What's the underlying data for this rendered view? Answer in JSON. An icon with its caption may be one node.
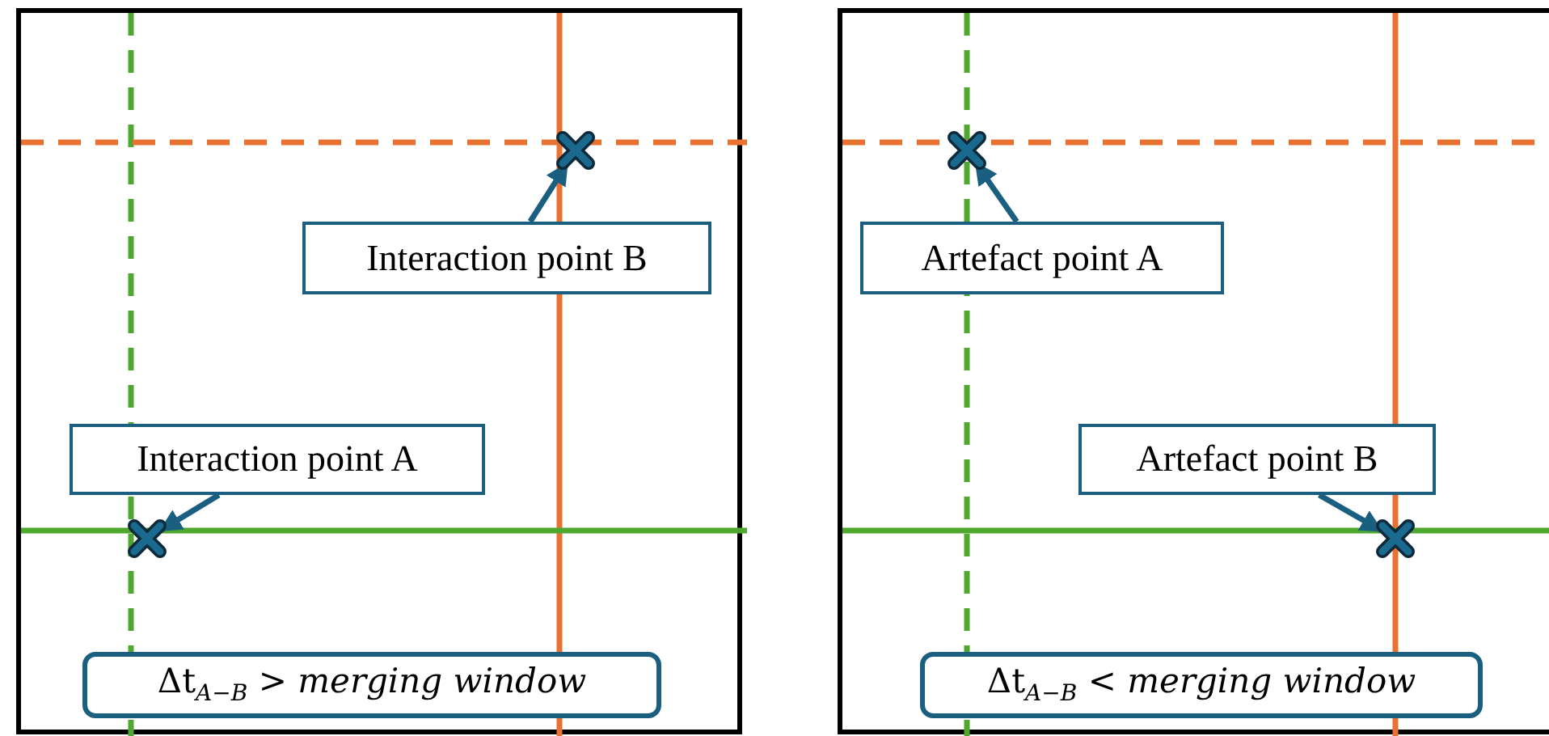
{
  "diagram": {
    "nodes": [
      {
        "text": [],
        "shape": "box"
      },
      {
        "text": [
          "Interaction point B"
        ],
        "in": 0
      },
      {
        "text": [],
        "shape": "cross",
        "in": 0
      },
      {
        "text": [
          "Interaction point A"
        ],
        "in": 0
      },
      {
        "text": [],
        "shape": "cross",
        "in": 0
      },
      {
        "text": [
          "Δt$_{A−B}$ > *merging window*"
        ],
        "in": 0
      },
      {
        "text": [],
        "shape": "box"
      },
      {
        "text": [
          "Artefact point A"
        ],
        "in": 6
      },
      {
        "text": [],
        "shape": "cross",
        "in": 6
      },
      {
        "text": [
          "Artefact point B"
        ],
        "in": 6
      },
      {
        "text": [],
        "shape": "cross",
        "in": 6
      },
      {
        "text": [
          "Δt$_{A−B}$ < *merging window*"
        ],
        "in": 6
      }
    ],
    "edges": [
      {
        "from": 1,
        "to": 2,
        "arrow": "to"
      },
      {
        "from": 3,
        "to": 4,
        "arrow": "to"
      },
      {
        "from": 7,
        "to": 8,
        "arrow": "to"
      },
      {
        "from": 9,
        "to": 10,
        "arrow": "to"
      }
    ]
  }
}
